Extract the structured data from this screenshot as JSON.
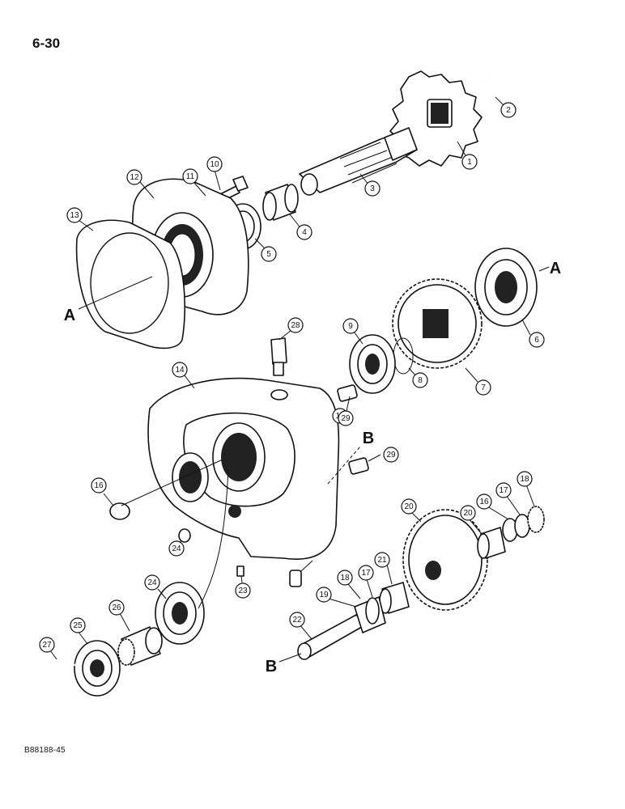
{
  "page_number": "6-30",
  "figure_code": "B88188-45",
  "reference_letters": {
    "a_top": "A",
    "a_left": "A",
    "b_mid": "B",
    "b_left": "B"
  },
  "callouts": [
    "1",
    "2",
    "3",
    "4",
    "5",
    "6",
    "7",
    "8",
    "9",
    "10",
    "11",
    "12",
    "13",
    "14",
    "15",
    "16",
    "16",
    "17",
    "17",
    "18",
    "18",
    "19",
    "20",
    "20",
    "21",
    "22",
    "23",
    "24",
    "24",
    "25",
    "26",
    "27",
    "28",
    "29",
    "29"
  ]
}
